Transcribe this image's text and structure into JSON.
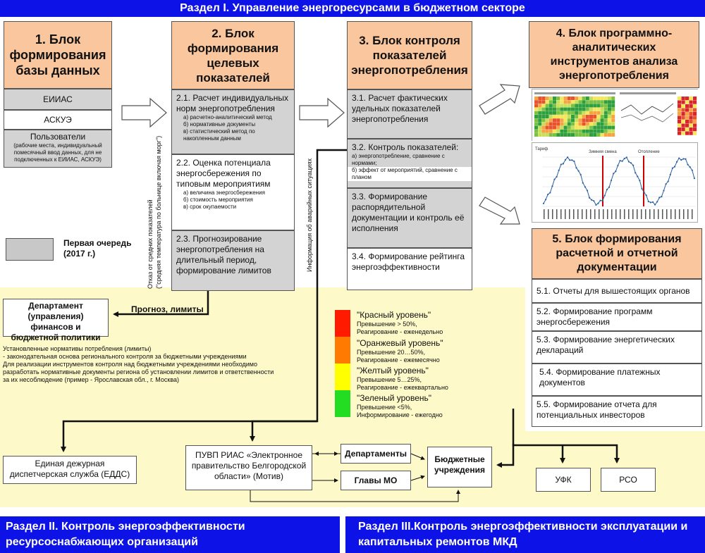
{
  "sections": {
    "s1": "Раздел I. Управление энергоресурсами в бюджетном секторе",
    "s2": "Раздел II. Контроль энергоэффективности ресурсоснабжающих организаций",
    "s3": "Раздел III.Контроль энергоэффективности эксплуатации и капитальных ремонтов МКД"
  },
  "block1": {
    "title": "1. Блок формирования базы данных",
    "eiias": "ЕИИАС",
    "askue": "АСКУЭ",
    "users_title": "Пользователи",
    "users_desc": "(рабочие места, индивидуальный помесячный ввод данных, для не подключенных к ЕИИАС, АСКУЭ)"
  },
  "block2": {
    "title": "2. Блок формирования целевых показателей",
    "i1_title": "2.1. Расчет индивидуальных норм энергопотребления",
    "i1_a": "а) расчетно-аналитический метод",
    "i1_b": "б) нормативные документы",
    "i1_c": "в) статистический метод по накопленным данным",
    "i2_title": "2.2. Оценка потенциала энергосбережения по типовым мероприятиям",
    "i2_a": "а) величина энергосбережения",
    "i2_b": "б) стоимость мероприятия",
    "i2_c": "в) срок окупаемости",
    "i3_title": "2.3.  Прогнозирование энергопотребления на длительный период, формирование лимитов"
  },
  "block3": {
    "title": "3. Блок контроля показателей энергопотребления",
    "i1": "3.1. Расчет фактических удельных показателей энергопотребления",
    "i2_title": "3.2. Контроль показателей:",
    "i2_a": "а) энергопотребление, сравнение с нормами;",
    "i2_b": "б) эффект от мероприятий, сравнение с планом",
    "i3": "3.3.  Формирование распорядительной документации и контроль её исполнения",
    "i4": "3.4. Формирование рейтинга энергоэффективности"
  },
  "block4": {
    "title": "4. Блок программно-аналитических инструментов  анализа энергопотребления",
    "chart_title": "Тариф",
    "chart_mark1": "Зимняя смена",
    "chart_mark2": "Отопление"
  },
  "block5": {
    "title": "5. Блок формирования расчетной и отчетной документации",
    "items": [
      "5.1. Отчеты для вышестоящих органов",
      "5.2. Формирование программ энергосбережения",
      "5.3. Формирование энергетических деклараций",
      "5.4. Формирование платежных документов",
      "5.5. Формирование отчета для потенциальных инвесторов"
    ]
  },
  "legend": {
    "label": "Первая очередь (2017 г.)",
    "color": "#c8c8c8"
  },
  "levels": [
    {
      "title": "\"Красный уровень\"",
      "l1": "Превышение > 50%,",
      "l2": "Реагирование - еженедельно",
      "color": "#ff1a00"
    },
    {
      "title": "\"Оранжевый уровень\"",
      "l1": "Превышение 20…50%,",
      "l2": "Реагирование - ежемесячно",
      "color": "#ff7a00"
    },
    {
      "title": "\"Желтый уровень\"",
      "l1": "Превышение 5…25%,",
      "l2": "Реагирование - ежеквартально",
      "color": "#ffff00"
    },
    {
      "title": "\"Зеленый уровень\"",
      "l1": "Превышение <5%,",
      "l2": "Информирование - ежегодно",
      "color": "#22dd22"
    }
  ],
  "vertical": {
    "t1": "Отказ от средних показателей",
    "t2": "(\"средняя температура по больнице включая морг\")",
    "t3": "Информация об аварийных ситуациях"
  },
  "forecast": "Прогноз, лимиты",
  "department": "Департамент (управления) финансов и бюджетной политики",
  "notes": [
    "Установленные нормативы потребления (лимиты)",
    "- законодательная основа регионального контроля за бюджетными учреждениями",
    "Для реализации инструментов контроля над бюджетными учреждениями необходимо",
    " разработать нормативные документы региона об установлении лимитов и ответственности",
    "за их несоблюдение (пример - Ярославская обл., г. Москва)"
  ],
  "bottom": {
    "edds": "Единая дежурная диспетчерская служба (ЕДДС)",
    "puvp": "ПУВП РИАС «Электронное правительство Белгородской области» (Мотив)",
    "departments": "Департаменты",
    "glavy": "Главы МО",
    "budget": "Бюджетные учреждения",
    "ufk": "УФК",
    "rso": "РСО"
  }
}
